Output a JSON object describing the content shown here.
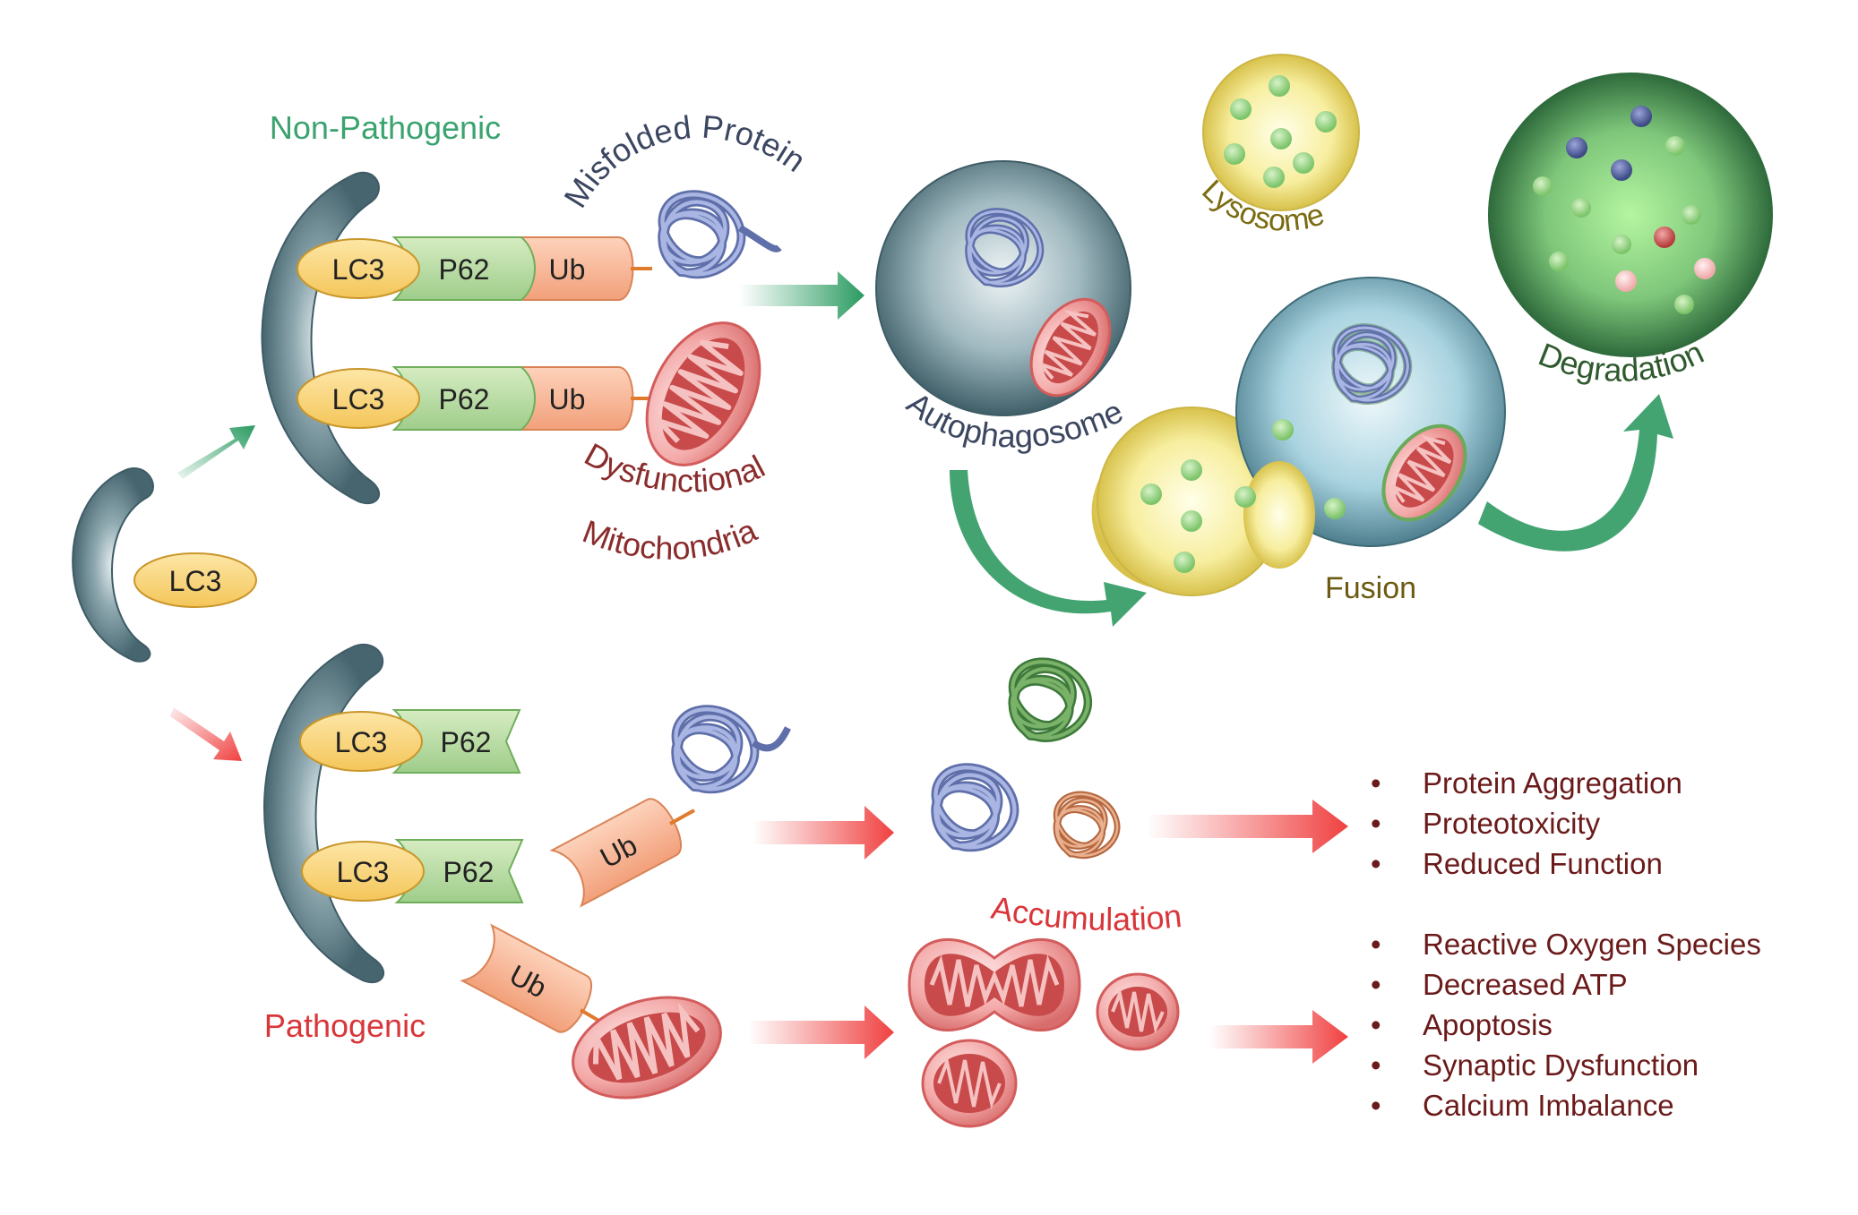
{
  "labels": {
    "non_pathogenic": "Non-Pathogenic",
    "pathogenic": "Pathogenic",
    "misfolded_protein": "Misfolded Protein",
    "dysfunctional": "Dysfunctional",
    "mitochondria": "Mitochondria",
    "autophagosome": "Autophagosome",
    "lysosome": "Lysosome",
    "fusion": "Fusion",
    "degradation": "Degradation",
    "accumulation": "Accumulation"
  },
  "tags": {
    "lc3": "LC3",
    "p62": "P62",
    "ub": "Ub"
  },
  "outcomes": {
    "protein": [
      "Protein Aggregation",
      "Proteotoxicity",
      "Reduced Function"
    ],
    "mitochondria": [
      "Reactive Oxygen Species",
      "Decreased ATP",
      "Apoptosis",
      "Synaptic Dysfunction",
      "Calcium Imbalance"
    ]
  },
  "bullet": "•",
  "colors": {
    "non_pathogenic": "#3aa36f",
    "pathogenic": "#d9363a",
    "protein_label": "#3b4660",
    "mito_label": "#8a2c2c",
    "lysosome_label": "#7a6a10",
    "degradation_label": "#2e5a2e",
    "fusion_label": "#6b5a10",
    "outcome_text": "#6b1a1a"
  }
}
